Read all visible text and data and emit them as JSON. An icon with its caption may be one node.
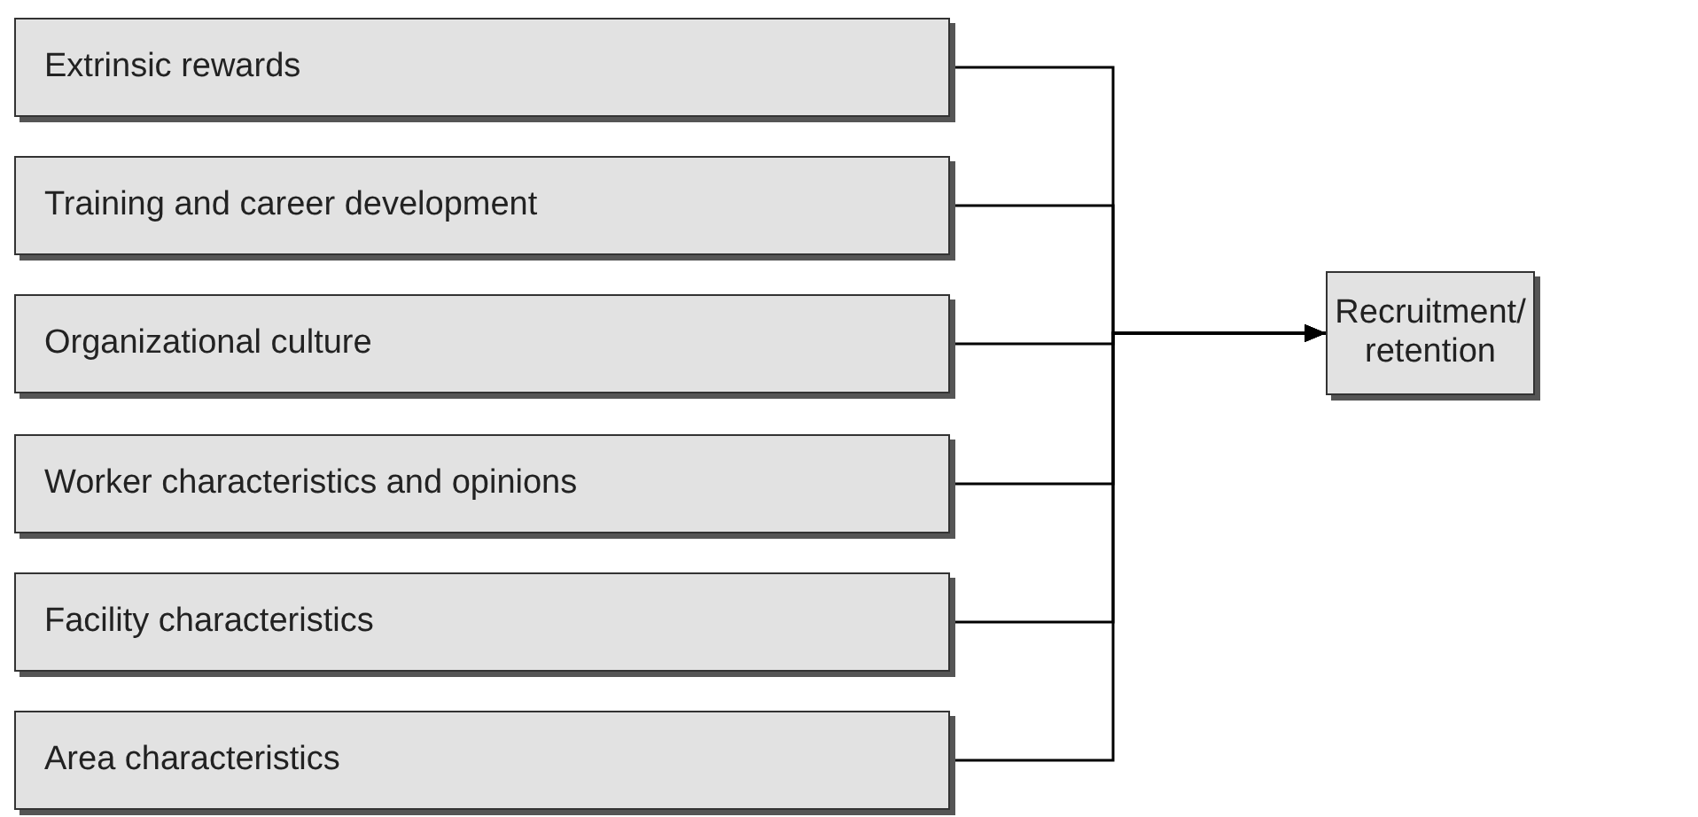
{
  "diagram": {
    "nodes": [
      {
        "text": [
          "Extrinsic rewards"
        ]
      },
      {
        "text": [
          "Training and career development"
        ]
      },
      {
        "text": [
          "Organizational culture"
        ]
      },
      {
        "text": [
          "Worker characteristics and opinions"
        ]
      },
      {
        "text": [
          "Facility characteristics"
        ]
      },
      {
        "text": [
          "Area characteristics"
        ]
      },
      {
        "text": [
          "Recruitment/ retention"
        ]
      }
    ],
    "edges": [
      {
        "from": 0,
        "to": 6,
        "arrow": "to"
      },
      {
        "from": 1,
        "to": 6,
        "arrow": "to"
      },
      {
        "from": 2,
        "to": 6,
        "arrow": "to"
      },
      {
        "from": 3,
        "to": 6,
        "arrow": "to"
      },
      {
        "from": 4,
        "to": 6,
        "arrow": "to"
      },
      {
        "from": 5,
        "to": 6,
        "arrow": "to"
      }
    ]
  }
}
